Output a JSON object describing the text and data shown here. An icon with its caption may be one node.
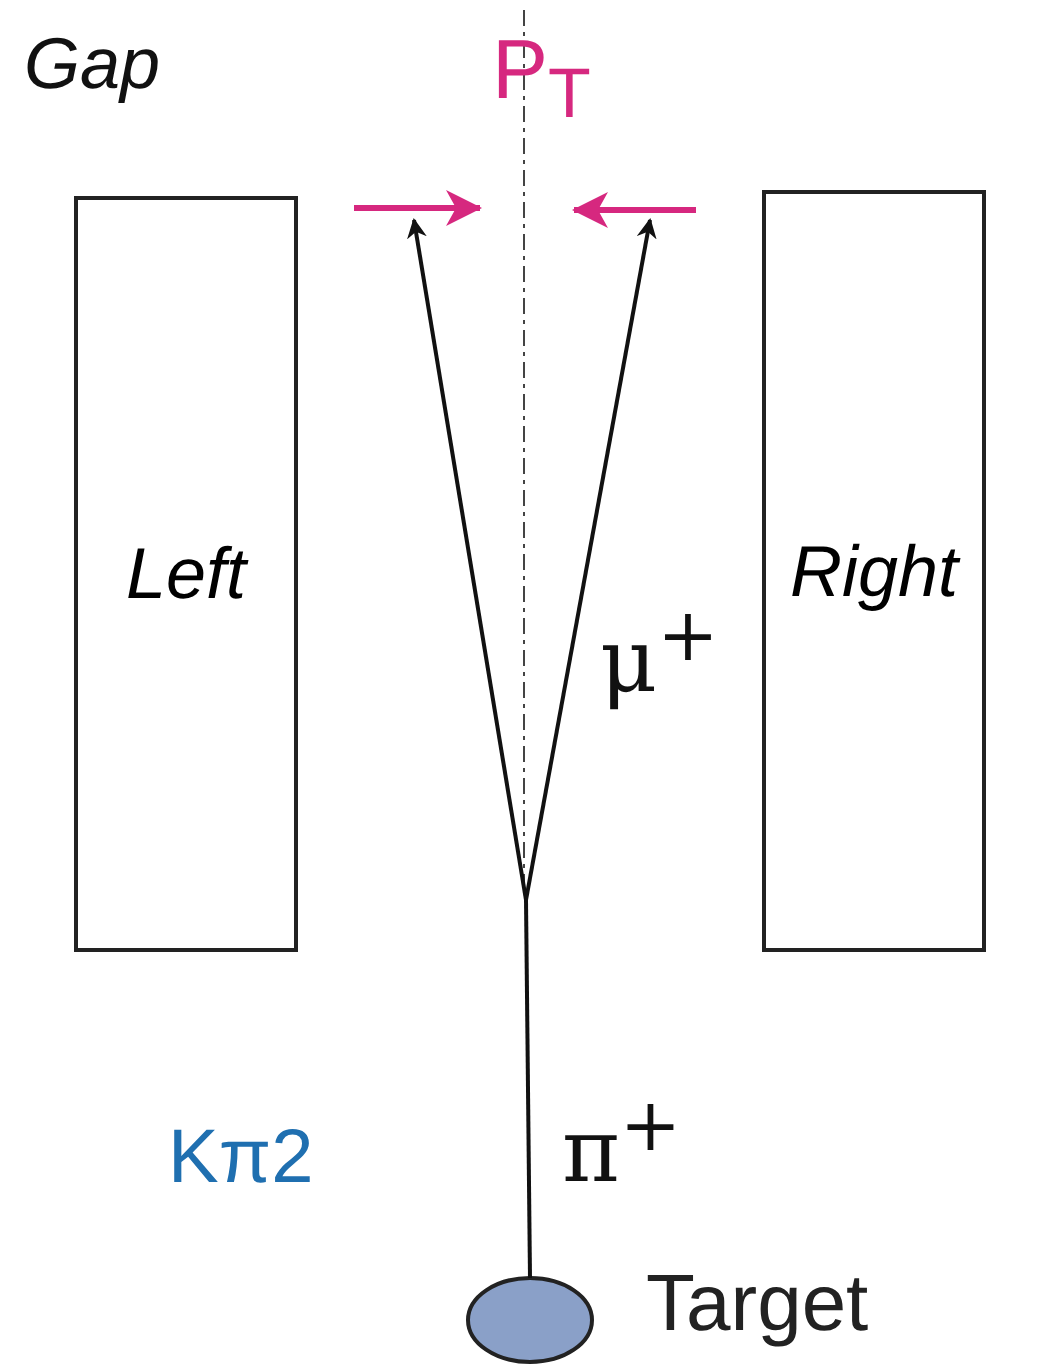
{
  "diagram": {
    "nodes": [
      {
        "text": [
          "Left"
        ]
      },
      {
        "text": [
          "Right"
        ]
      },
      {
        "text": [],
        "shape": "circle",
        "beside": [
          "Target"
        ]
      },
      {
        "text": [],
        "shape": "picture",
        "beside": [
          "μ$^{+}$"
        ]
      }
    ],
    "edges": [
      {
        "from": 2,
        "to": 3,
        "arrow": "none",
        "label": "π$^{+}$"
      }
    ],
    "labels": [
      "Gap",
      "P$_{T}$",
      "Kπ2"
    ]
  }
}
